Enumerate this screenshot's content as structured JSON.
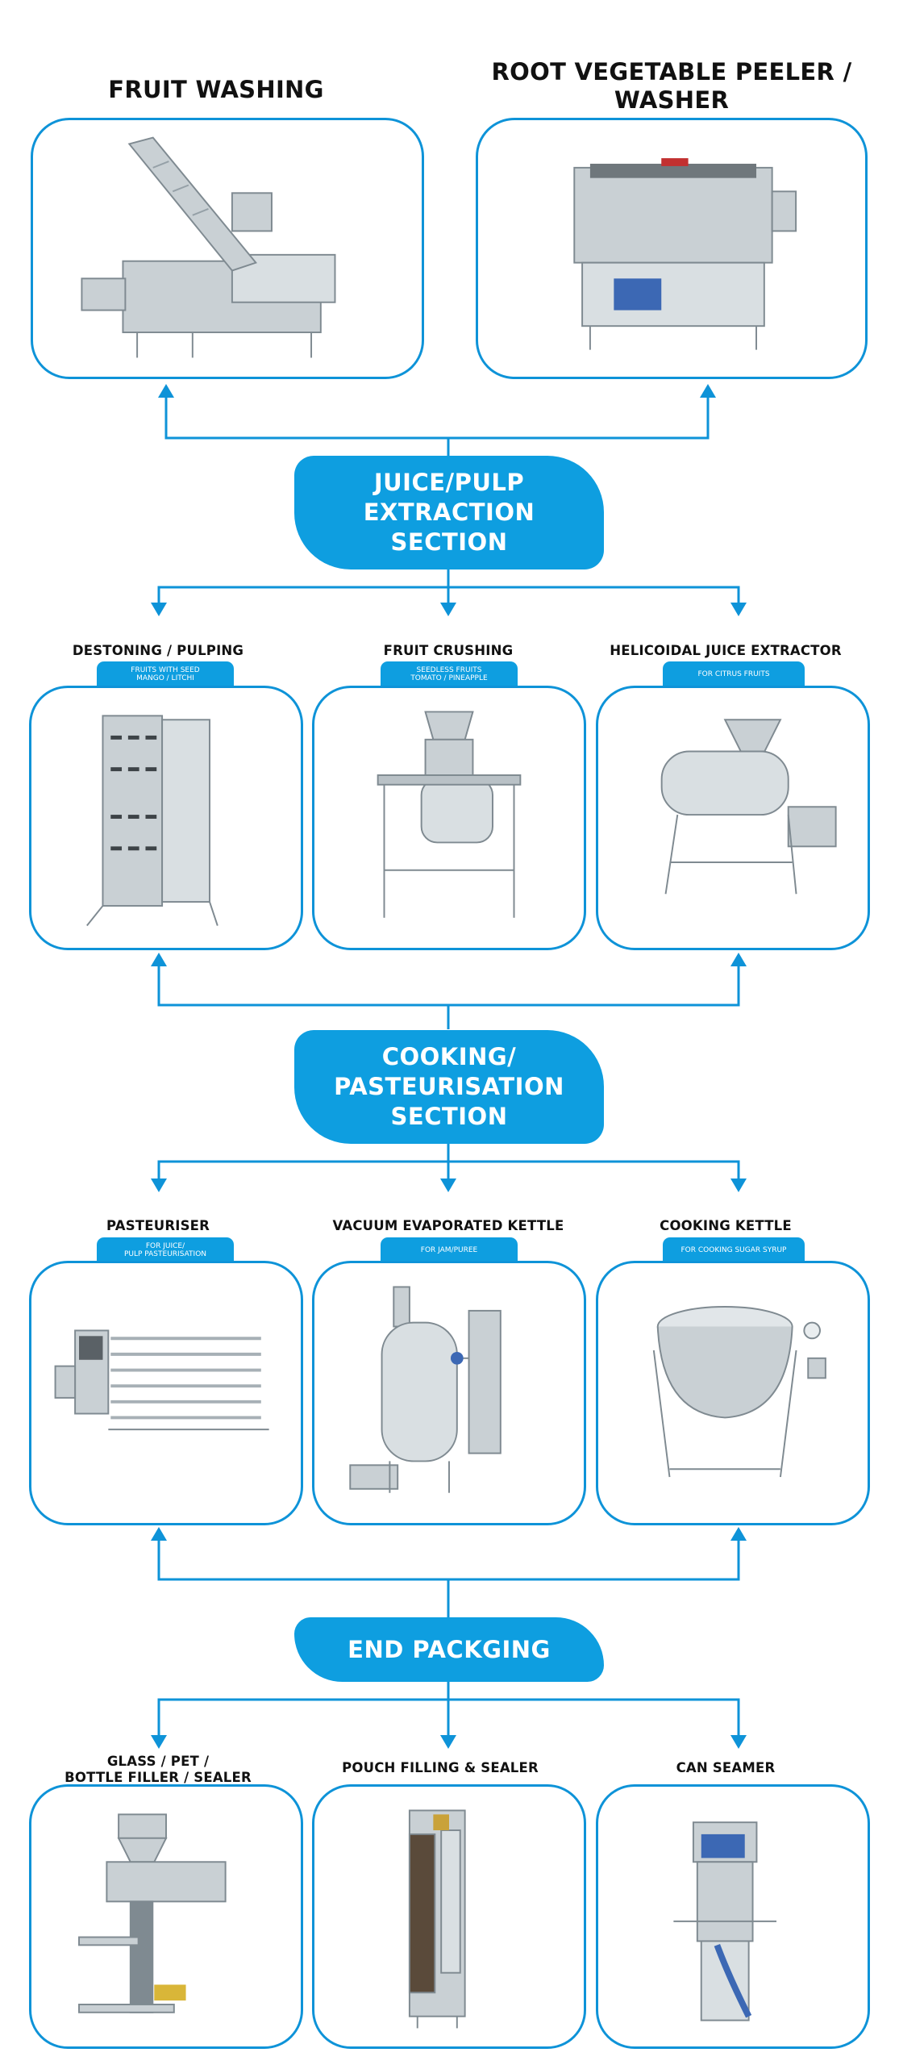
{
  "colors": {
    "accent": "#0e9ee0",
    "line": "#0e93d8",
    "steel": "#b9c1c6",
    "steel_dark": "#7f8a91"
  },
  "tier1": {
    "fruit_washing": {
      "title": "FRUIT WASHING",
      "icon": "conveyor-washer-machine"
    },
    "root_peeler": {
      "title_line1": "ROOT VEGETABLE PEELER /",
      "title_line2": "WASHER",
      "icon": "brush-peeler-machine"
    }
  },
  "sections": {
    "juice": {
      "line1": "JUICE/PULP",
      "line2": "EXTRACTION",
      "line3": "SECTION"
    },
    "cooking": {
      "line1": "COOKING/",
      "line2": "PASTEURISATION",
      "line3": "SECTION"
    },
    "packaging": {
      "line1": "END PACKGING"
    }
  },
  "tier2": {
    "destoning": {
      "title": "DESTONING / PULPING",
      "tag_line1": "FRUITS WITH SEED",
      "tag_line2": "MANGO / LITCHI",
      "icon": "pulper-cabinet-machine"
    },
    "crushing": {
      "title": "FRUIT CRUSHING",
      "tag_line1": "SEEDLESS FRUITS",
      "tag_line2": "TOMATO / PINEAPPLE",
      "icon": "crusher-hopper-machine"
    },
    "helicoidal": {
      "title": "HELICOIDAL JUICE EXTRACTOR",
      "tag_line1": "FOR CITRUS FRUITS",
      "icon": "screw-extractor-machine"
    }
  },
  "tier3": {
    "pasteuriser": {
      "title": "PASTEURISER",
      "tag_line1": "FOR JUICE/",
      "tag_line2": "PULP PASTEURISATION",
      "icon": "tubular-pasteuriser-machine"
    },
    "vacuum": {
      "title": "VACUUM EVAPORATED KETTLE",
      "tag_line1": "FOR JAM/PUREE",
      "icon": "vacuum-evaporator-machine"
    },
    "kettle": {
      "title": "COOKING KETTLE",
      "tag_line1": "FOR COOKING SUGAR SYRUP",
      "icon": "tilting-kettle-machine"
    }
  },
  "tier4": {
    "bottle_filler": {
      "title_line1": "GLASS / PET /",
      "title_line2": "BOTTLE FILLER / SEALER",
      "icon": "piston-filler-machine"
    },
    "pouch": {
      "title": "POUCH FILLING & SEALER",
      "icon": "pouch-packing-machine"
    },
    "can_seamer": {
      "title": "CAN SEAMER",
      "icon": "can-seamer-machine"
    }
  }
}
